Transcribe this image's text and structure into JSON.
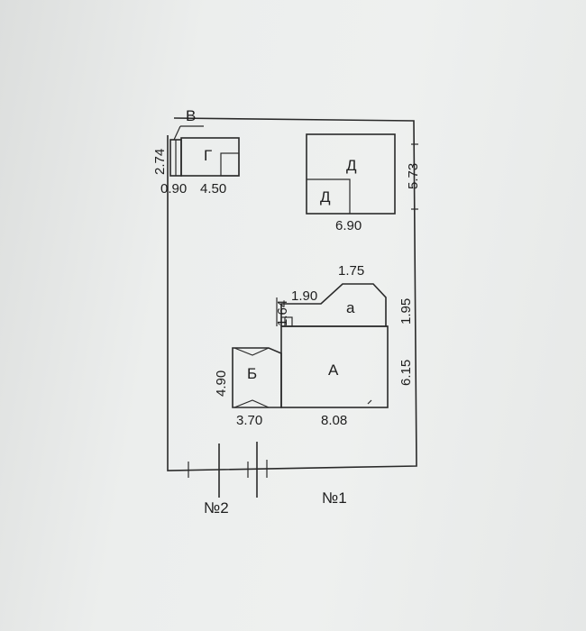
{
  "plan": {
    "building_labels": {
      "v": "В",
      "g": "Г",
      "d_outer": "Д",
      "d_inner": "Д",
      "a_lower": "а",
      "a_main": "А",
      "b": "Б"
    },
    "dimensions": {
      "v_height": "2.74",
      "v_width": "0.90",
      "g_width": "4.50",
      "d_width": "6.90",
      "plot_right": "5.73",
      "a_lower_top": "1.75",
      "a_lower_left": "1.90",
      "a_lower_step": "1.64",
      "a_lower_right": "1.95",
      "a_main_right": "6.15",
      "b_height": "4.90",
      "b_width": "3.70",
      "a_main_bottom": "8.08"
    },
    "markers": {
      "no2": "№2",
      "no1": "№1"
    }
  }
}
